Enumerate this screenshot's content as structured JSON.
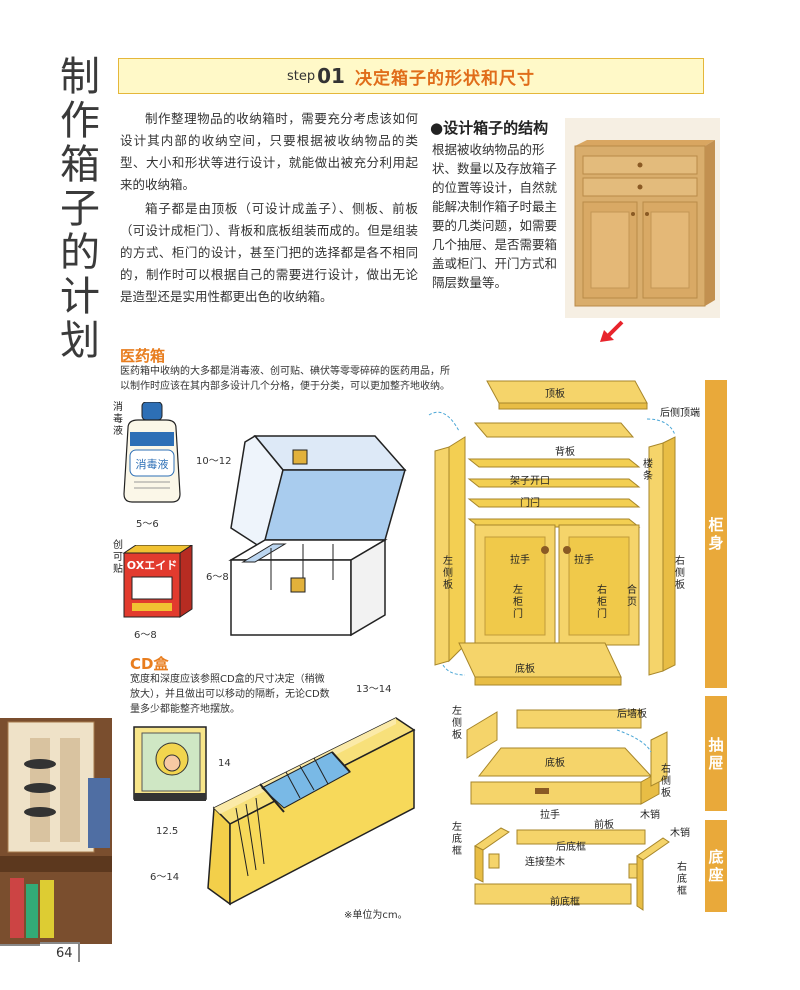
{
  "vertical_title": [
    "制",
    "作",
    "箱",
    "子",
    "的",
    "计",
    "划"
  ],
  "step": {
    "label": "step",
    "number": "01",
    "title": "决定箱子的形状和尺寸"
  },
  "intro": {
    "p1": "制作整理物品的收纳箱时，需要充分考虑该如何设计其内部的收纳空间，只要根据被收纳物品的类型、大小和形状等进行设计，就能做出被充分利用起来的收纳箱。",
    "p2": "箱子都是由顶板（可设计成盖子）、侧板、前板（可设计成柜门）、背板和底板组装而成的。但是组装的方式、柜门的设计，甚至门把的选择都是各不相同的，制作时可以根据自己的需要进行设计，做出无论是造型还是实用性都更出色的收纳箱。"
  },
  "structure": {
    "title": "●设计箱子的结构",
    "body": "根据被收纳物品的形状、数量以及存放箱子的位置等设计，自然就能解决制作箱子时最主要的几类问题，如需要几个抽屉、是否需要箱盖或柜门、开门方式和隔层数量等。"
  },
  "medicine": {
    "title": "医药箱",
    "desc": "医药箱中收纳的大多都是消毒液、创可贴、碘伏等零零碎碎的医药用品，所以制作时应该在其内部多设计几个分格，便于分类，可以更加整齐地收纳。",
    "bottle_label": [
      "消",
      "毒",
      "液"
    ],
    "bottle_text": "消毒液",
    "band_label": [
      "创",
      "可",
      "贴"
    ],
    "band_text": "OXエイド",
    "dim_h": "10～12",
    "dim_w": "5～6",
    "dim_h2": "6～8",
    "dim_w2": "6～8"
  },
  "cd": {
    "title": "CD盒",
    "desc": "宽度和深度应该参照CD盒的尺寸决定（稍微放大），并且做出可以移动的隔断，无论CD数量多少都能整齐地摆放。",
    "dim_top": "13～14",
    "dim_side": "14",
    "dim_w": "12.5",
    "dim_h": "6～14",
    "unit_note": "※单位为cm。"
  },
  "cabinet_labels": {
    "top": "顶板",
    "back_top": "后侧顶端",
    "back": "背板",
    "stile": [
      "楼",
      "条"
    ],
    "shelf_opening": "架子开口",
    "door_frame": "门闩",
    "left_side": [
      "左",
      "侧",
      "板"
    ],
    "right_side": [
      "右",
      "侧",
      "板"
    ],
    "handle_l": "拉手",
    "handle_r": "拉手",
    "left_door": [
      "左",
      "柜",
      "门"
    ],
    "right_door": [
      "右",
      "柜",
      "门"
    ],
    "hinge": [
      "合",
      "页"
    ],
    "bottom": "底板"
  },
  "drawer_labels": {
    "left_side": [
      "左",
      "侧",
      "板"
    ],
    "back": "后墙板",
    "bottom": "底板",
    "right_side": [
      "右",
      "侧",
      "板"
    ],
    "handle": "拉手",
    "front": "前板",
    "dowel": "木销"
  },
  "base_labels": {
    "left_frame": [
      "左",
      "底",
      "框"
    ],
    "back_frame": "后底框",
    "dowel": "木销",
    "block": "连接垫木",
    "right_frame": [
      "右",
      "底",
      "框"
    ],
    "front_frame": "前底框"
  },
  "tabs": {
    "body": [
      "柜",
      "身"
    ],
    "drawer": [
      "抽",
      "屉"
    ],
    "base": [
      "底",
      "座"
    ]
  },
  "page_number": "64",
  "colors": {
    "accent": "#e87d1e",
    "wood": "#f5d46a",
    "tab": "#e9a93a"
  }
}
